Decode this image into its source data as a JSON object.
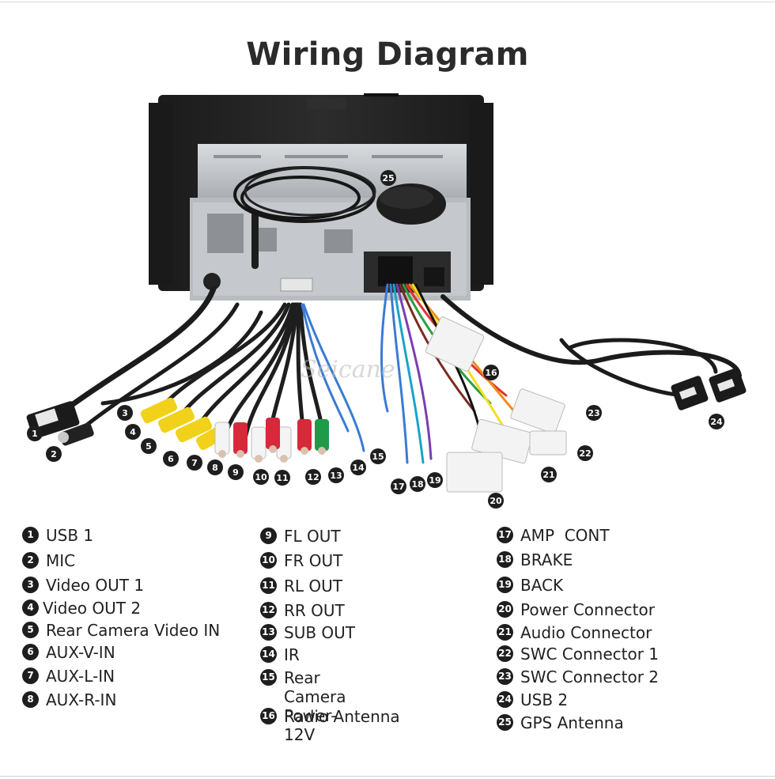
{
  "title": "Wiring Diagram",
  "watermark": "Seicane",
  "legend": [
    {
      "num": "1",
      "label": "USB 1"
    },
    {
      "num": "2",
      "label": "MIC"
    },
    {
      "num": "3",
      "label": "Video OUT 1"
    },
    {
      "num": "4",
      "label": "Video OUT 2"
    },
    {
      "num": "5",
      "label": "Rear Camera Video IN"
    },
    {
      "num": "6",
      "label": "AUX-V-IN"
    },
    {
      "num": "7",
      "label": "AUX-L-IN"
    },
    {
      "num": "8",
      "label": "AUX-R-IN"
    },
    {
      "num": "9",
      "label": "FL OUT"
    },
    {
      "num": "10",
      "label": "FR OUT"
    },
    {
      "num": "11",
      "label": "RL OUT"
    },
    {
      "num": "12",
      "label": "RR OUT"
    },
    {
      "num": "13",
      "label": "SUB OUT"
    },
    {
      "num": "14",
      "label": "IR"
    },
    {
      "num": "15",
      "label": "Rear Camera",
      "label2": "Power-12V"
    },
    {
      "num": "16",
      "label": "Radio Antenna"
    },
    {
      "num": "17",
      "label": "AMP  CONT"
    },
    {
      "num": "18",
      "label": "BRAKE"
    },
    {
      "num": "19",
      "label": "BACK"
    },
    {
      "num": "20",
      "label": "Power Connector"
    },
    {
      "num": "21",
      "label": "Audio Connector"
    },
    {
      "num": "22",
      "label": "SWC Connector 1"
    },
    {
      "num": "23",
      "label": "SWC Connector 2"
    },
    {
      "num": "24",
      "label": "USB 2"
    },
    {
      "num": "25",
      "label": "GPS Antenna"
    }
  ]
}
